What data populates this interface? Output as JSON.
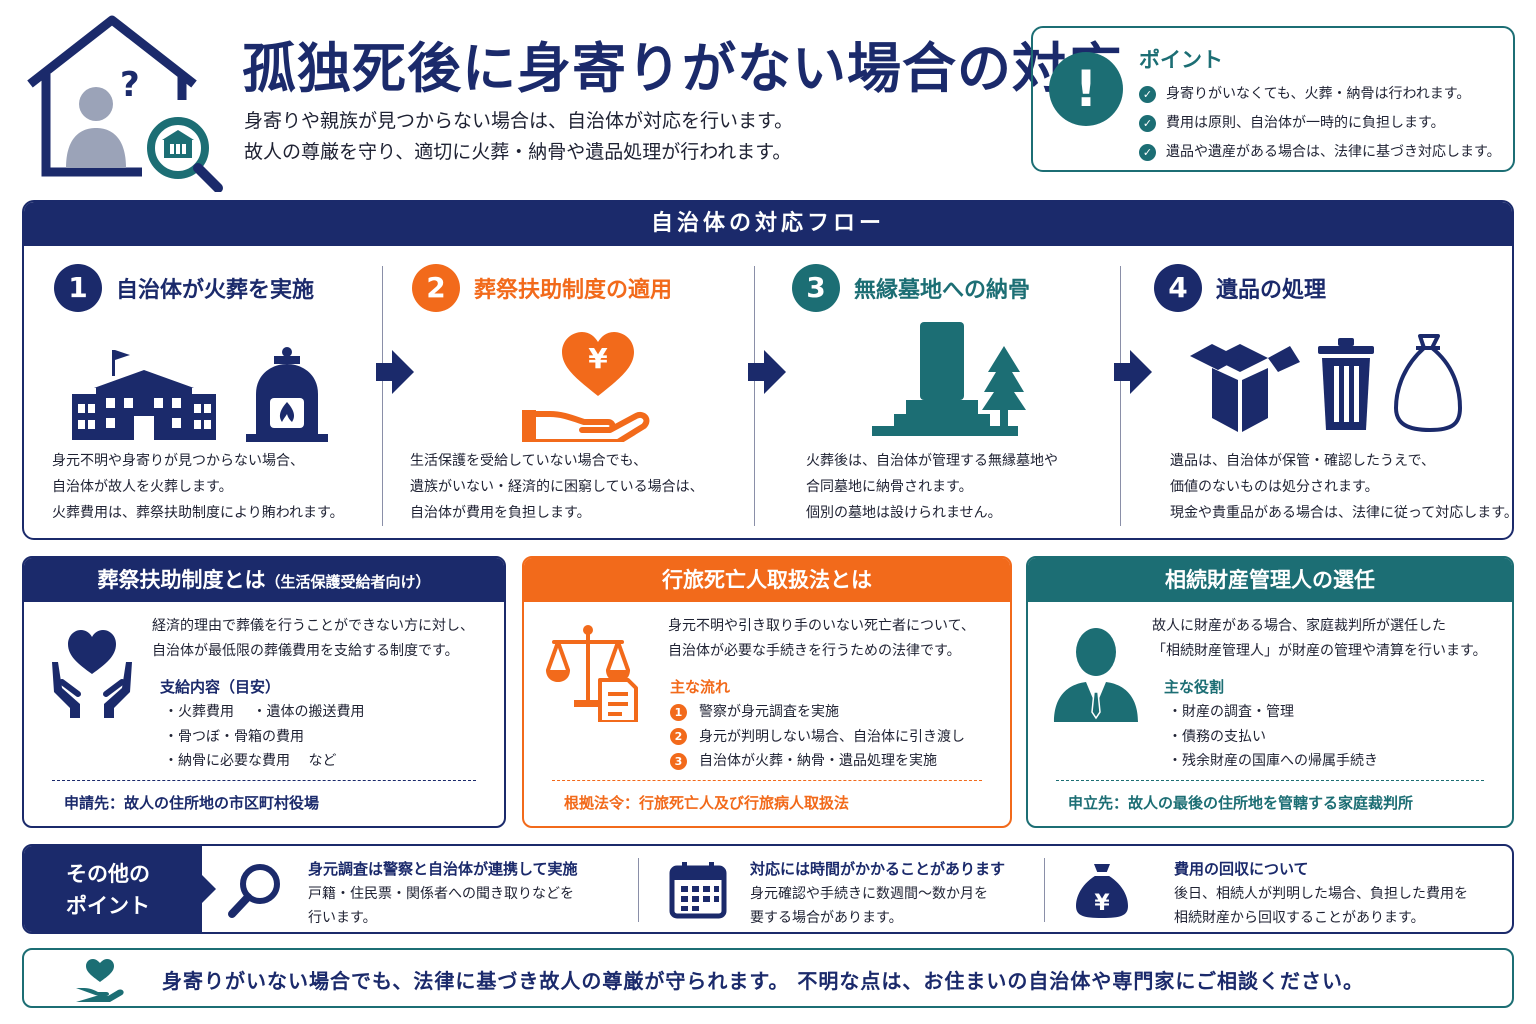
{
  "header": {
    "title": "孤独死後に身寄りがない場合の対応",
    "subtitle_lines": [
      "身寄りや親族が見つからない場合は、自治体が対応を行います。",
      "故人の尊厳を守り、適切に火葬・納骨や遺品処理が行われます。"
    ]
  },
  "point": {
    "title": "ポイント",
    "items": [
      "身寄りがいなくても、火葬・納骨は行われます。",
      "費用は原則、自治体が一時的に負担します。",
      "遺品や遺産がある場合は、法律に基づき対応します。"
    ]
  },
  "flow": {
    "header": "自治体の対応フロー",
    "steps": [
      {
        "num": "1",
        "title": "自治体が火葬を実施",
        "lines": [
          "身元不明や身寄りが見つからない場合、",
          "自治体が故人を火葬します。",
          "火葬費用は、葬祭扶助制度により賄われます。"
        ]
      },
      {
        "num": "2",
        "title": "葬祭扶助制度の適用",
        "lines": [
          "生活保護を受給していない場合でも、",
          "遺族がいない・経済的に困窮している場合は、",
          "自治体が費用を負担します。"
        ]
      },
      {
        "num": "3",
        "title": "無縁墓地への納骨",
        "lines": [
          "火葬後は、自治体が管理する無縁墓地や",
          "合同墓地に納骨されます。",
          "個別の墓地は設けられません。"
        ]
      },
      {
        "num": "4",
        "title": "遺品の処理",
        "lines": [
          "遺品は、自治体が保管・確認したうえで、",
          "価値のないものは処分されます。",
          "現金や貴重品がある場合は、法律に従って対応します。"
        ]
      }
    ]
  },
  "cards": {
    "sosai": {
      "title": "葬祭扶助制度とは",
      "title_note": "（生活保護受給者向け）",
      "desc": [
        "経済的理由で葬儀を行うことができない方に対し、",
        "自治体が最低限の葬儀費用を支給する制度です。"
      ],
      "sub_title": "支給内容（目安）",
      "items": [
        "・火葬費用　 ・遺体の搬送費用",
        "・骨つぼ・骨箱の費用",
        "・納骨に必要な費用　 など"
      ],
      "footer": "申請先：故人の住所地の市区町村役場"
    },
    "koryo": {
      "title": "行旅死亡人取扱法とは",
      "desc": [
        "身元不明や引き取り手のいない死亡者について、",
        "自治体が必要な手続きを行うための法律です。"
      ],
      "sub_title": "主な流れ",
      "items": [
        {
          "n": "1",
          "text": "警察が身元調査を実施"
        },
        {
          "n": "2",
          "text": "身元が判明しない場合、自治体に引き渡し"
        },
        {
          "n": "3",
          "text": "自治体が火葬・納骨・遺品処理を実施"
        }
      ],
      "footer": "根拠法令：行旅死亡人及び行旅病人取扱法"
    },
    "souzoku": {
      "title": "相続財産管理人の選任",
      "desc": [
        "故人に財産がある場合、家庭裁判所が選任した",
        "「相続財産管理人」が財産の管理や清算を行います。"
      ],
      "sub_title": "主な役割",
      "items": [
        "・財産の調査・管理",
        "・債務の支払い",
        "・残余財産の国庫への帰属手続き"
      ],
      "footer": "申立先：故人の最後の住所地を管轄する家庭裁判所"
    }
  },
  "other": {
    "label_lines": [
      "その他の",
      "ポイント"
    ],
    "items": [
      {
        "title": "身元調査は警察と自治体が連携して実施",
        "lines": [
          "戸籍・住民票・関係者への聞き取りなどを",
          "行います。"
        ]
      },
      {
        "title": "対応には時間がかかることがあります",
        "lines": [
          "身元確認や手続きに数週間〜数か月を",
          "要する場合があります。"
        ]
      },
      {
        "title": "費用の回収について",
        "lines": [
          "後日、相続人が判明した場合、負担した費用を",
          "相続財産から回収することがあります。"
        ]
      }
    ]
  },
  "footer": {
    "text": "身寄りがいない場合でも、法律に基づき故人の尊厳が守られます。 不明な点は、お住まいの自治体や専門家にご相談ください。"
  },
  "colors": {
    "navy": "#1b2a6b",
    "orange": "#f26a1b",
    "teal": "#1c6e74"
  },
  "icons": {
    "hero": "house-person-search-icon",
    "point": "exclamation-icon",
    "step1": [
      "city-hall-icon",
      "cremation-furnace-icon"
    ],
    "step2": "heart-yen-hand-icon",
    "step3": "gravestone-tree-icon",
    "step4": [
      "box-icon",
      "trash-can-icon",
      "garbage-bag-icon"
    ],
    "cards": [
      "heart-hands-icon",
      "scales-document-icon",
      "person-suit-icon"
    ],
    "other": [
      "magnifier-icon",
      "calendar-icon",
      "yen-money-bag-icon"
    ],
    "footer": "heart-hand-icon"
  }
}
